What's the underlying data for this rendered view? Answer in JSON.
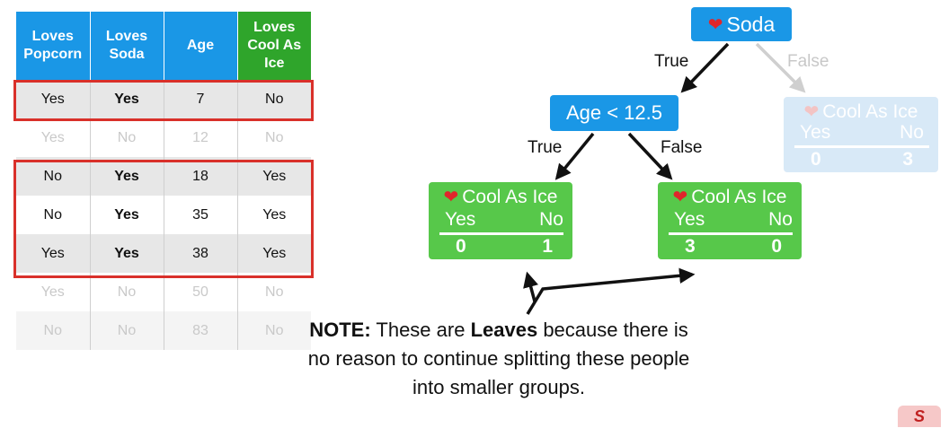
{
  "table": {
    "headers": [
      "Loves\nPopcorn",
      "Loves\nSoda",
      "Age",
      "Loves\nCool As\nIce"
    ],
    "rows": [
      [
        "Yes",
        "Yes",
        "7",
        "No"
      ],
      [
        "Yes",
        "No",
        "12",
        "No"
      ],
      [
        "No",
        "Yes",
        "18",
        "Yes"
      ],
      [
        "No",
        "Yes",
        "35",
        "Yes"
      ],
      [
        "Yes",
        "Yes",
        "38",
        "Yes"
      ],
      [
        "Yes",
        "No",
        "50",
        "No"
      ],
      [
        "No",
        "No",
        "83",
        "No"
      ]
    ]
  },
  "tree": {
    "root": {
      "label": "Soda"
    },
    "edge_true": "True",
    "edge_false": "False",
    "age_node": {
      "label": "Age < 12.5"
    },
    "age_true": "True",
    "age_false": "False",
    "leaf_left": {
      "title": "Cool As Ice",
      "yes_label": "Yes",
      "no_label": "No",
      "yes": "0",
      "no": "1"
    },
    "leaf_right": {
      "title": "Cool As Ice",
      "yes_label": "Yes",
      "no_label": "No",
      "yes": "3",
      "no": "0"
    },
    "leaf_faded": {
      "title": "Cool As Ice",
      "yes_label": "Yes",
      "no_label": "No",
      "yes": "0",
      "no": "3"
    }
  },
  "note": {
    "prefix": "NOTE:",
    "text1": " These are ",
    "bold": "Leaves",
    "text2": " because there is no reason to continue splitting these people into smaller groups."
  },
  "logo": {
    "text": "S"
  },
  "colors": {
    "blue": "#1a97e6",
    "green": "#57c84a",
    "header_green": "#2fa52b",
    "highlight_red": "#d9302a",
    "heart_red": "#e0262b"
  }
}
